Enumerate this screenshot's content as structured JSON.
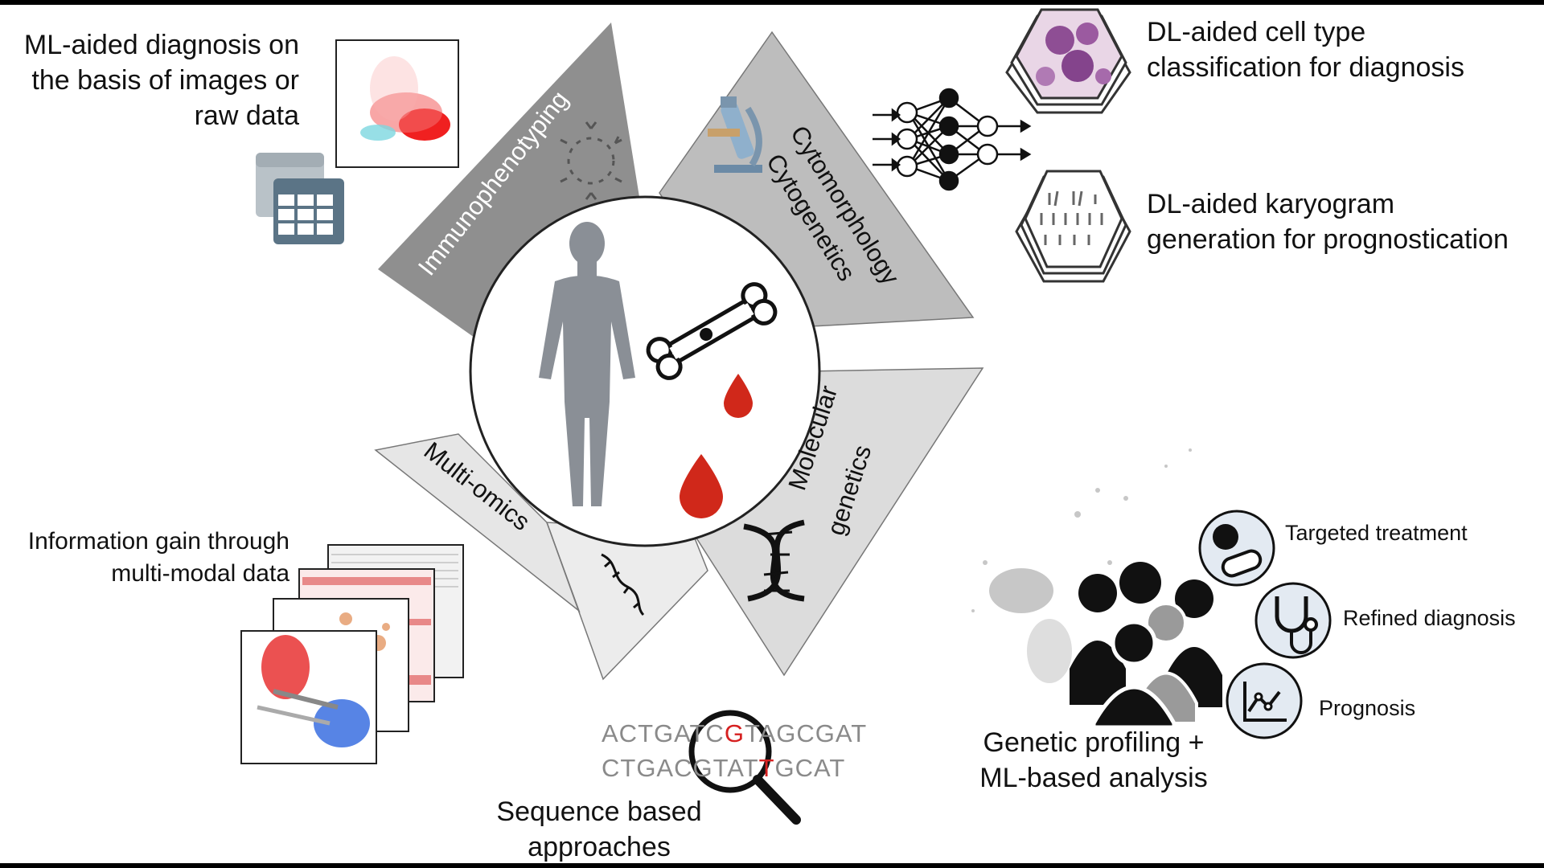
{
  "sectors": {
    "immunophenotyping": "Immunophenotyping",
    "cytomorphology": "Cytomorphology",
    "cytogenetics": "Cytogenetics",
    "molecular": "Molecular",
    "genetics": "genetics",
    "multi_omics": "Multi-omics"
  },
  "annotations": {
    "ml_images_l1": "ML-aided diagnosis on",
    "ml_images_l2": "the basis of images or",
    "ml_images_l3": "raw data",
    "dl_cell_l1": "DL-aided cell type",
    "dl_cell_l2": "classification for diagnosis",
    "dl_karyo_l1": "DL-aided karyogram",
    "dl_karyo_l2": "generation for prognostication",
    "multimodal_l1": "Information gain through",
    "multimodal_l2": "multi-modal data",
    "sequence_l1": "Sequence based",
    "sequence_l2": "approaches",
    "genetic_l1": "Genetic profiling +",
    "genetic_l2": "ML-based analysis"
  },
  "sequence": {
    "line1_a": "ACTGA",
    "line1_b": "TC",
    "line1_c": "G",
    "line1_d": "TA",
    "line1_e": "GCGAT",
    "line2_a": "CTGAC",
    "line2_b": "GTAT",
    "line2_c": "T",
    "line2_d": "GCAT",
    "highlight_color": "#d62020"
  },
  "outcomes": {
    "targeted": "Targeted treatment",
    "refined": "Refined diagnosis",
    "prognosis": "Prognosis"
  },
  "colors": {
    "dark_sector": "#8f8f8f",
    "mid_sector": "#bdbdbd",
    "light_sector": "#dcdcdc",
    "blood": "#d0281a",
    "person": "#8a8f96",
    "circle_fill": "#e3eaf2"
  },
  "icons": [
    "human-body-icon",
    "bone-icon",
    "blood-drop-icon",
    "antibody-ring-icon",
    "microscope-icon",
    "neural-network-icon",
    "cell-image-stack-icon",
    "karyogram-stack-icon",
    "scatter-plot-icon",
    "table-stack-icon",
    "dna-helix-icon",
    "rna-strand-icon",
    "magnifier-icon",
    "people-group-icon",
    "pill-icon",
    "stethoscope-icon",
    "chart-trend-icon"
  ]
}
